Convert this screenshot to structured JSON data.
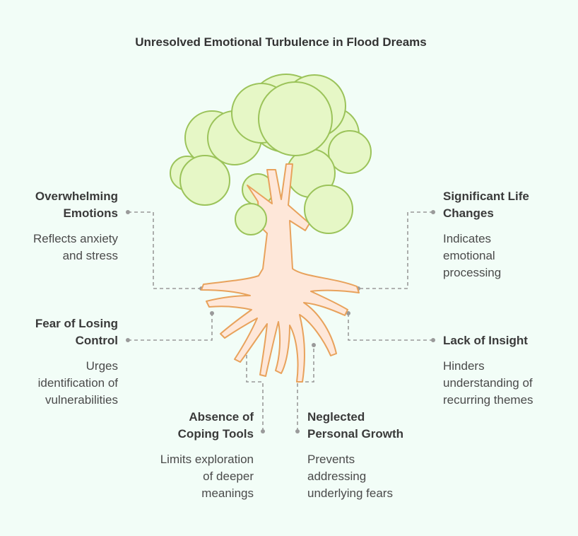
{
  "title": "Unresolved Emotional Turbulence in Flood Dreams",
  "colors": {
    "background": "#f2fdf7",
    "foliage_fill": "#e6f7c6",
    "foliage_stroke": "#9bc35a",
    "trunk_fill": "#fee7d9",
    "trunk_stroke": "#e8a25c",
    "connector": "#999999"
  },
  "factors": [
    {
      "heading": [
        "Overwhelming",
        "Emotions"
      ],
      "description": [
        "Reflects anxiety",
        "and stress"
      ]
    },
    {
      "heading": [
        "Fear of Losing",
        "Control"
      ],
      "description": [
        "Urges",
        "identification of",
        "vulnerabilities"
      ]
    },
    {
      "heading": [
        "Absence of",
        "Coping Tools"
      ],
      "description": [
        "Limits exploration",
        "of deeper",
        "meanings"
      ]
    },
    {
      "heading": [
        "Neglected",
        "Personal Growth"
      ],
      "description": [
        "Prevents",
        "addressing",
        "underlying fears"
      ]
    },
    {
      "heading": [
        "Significant Life",
        "Changes"
      ],
      "description": [
        "Indicates",
        "emotional",
        "processing"
      ]
    },
    {
      "heading": [
        "Lack of Insight"
      ],
      "description": [
        "Hinders",
        "understanding of",
        "recurring themes"
      ]
    }
  ]
}
